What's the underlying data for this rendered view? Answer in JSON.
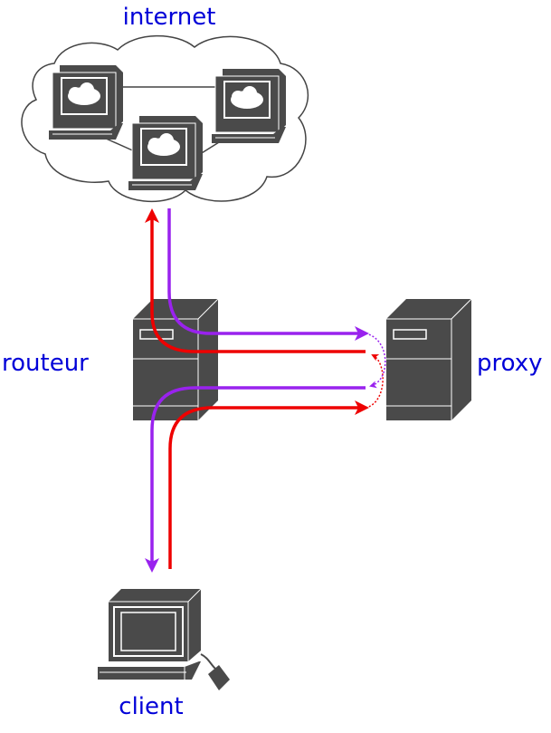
{
  "labels": {
    "internet": "internet",
    "router": "routeur",
    "proxy": "proxy",
    "client": "client"
  },
  "colors": {
    "label": "#0000d8",
    "request": "#ee0000",
    "response": "#9922ee",
    "device": "#4a4a4a",
    "cloud_stroke": "#444444"
  }
}
